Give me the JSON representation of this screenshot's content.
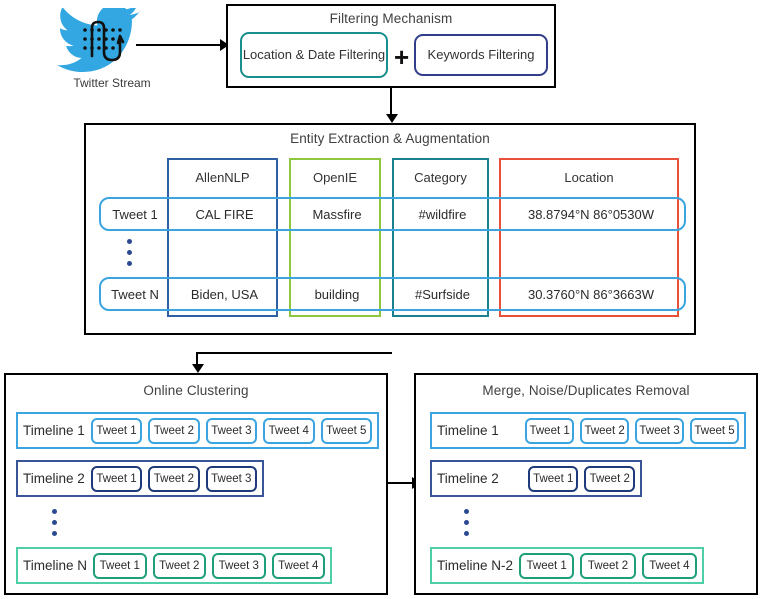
{
  "source": {
    "icon": "twitter-bird-stream-icon",
    "label": "Twitter Stream"
  },
  "filtering": {
    "title": "Filtering Mechanism",
    "left_box": "Location & Date Filtering",
    "operator": "+",
    "right_box": "Keywords Filtering",
    "left_color": "#1a8d8d",
    "right_color": "#333e8a"
  },
  "entity": {
    "title": "Entity Extraction & Augmentation",
    "columns": [
      {
        "label": "AllenNLP",
        "color": "#2e5fa3"
      },
      {
        "label": "OpenIE",
        "color": "#8ec63f"
      },
      {
        "label": "Category",
        "color": "#1a7f8e"
      },
      {
        "label": "Location",
        "color": "#e8503a"
      }
    ],
    "rows": [
      {
        "id": "Tweet 1",
        "allennlp": "CAL FIRE",
        "openie": "Massfire",
        "category": "#wildfire",
        "location": "38.8794°N 86°0530W"
      },
      {
        "id": "Tweet N",
        "allennlp": "Biden, USA",
        "openie": "building",
        "category": "#Surfside",
        "location": "30.3760°N 86°3663W"
      }
    ],
    "ellipsis": "vertical-ellipsis"
  },
  "clustering": {
    "title": "Online Clustering",
    "timelines": [
      {
        "label": "Timeline 1",
        "color": "#3ca5e0",
        "chip_color": "#3ca5e0",
        "tweets": [
          "Tweet 1",
          "Tweet 2",
          "Tweet 3",
          "Tweet 4",
          "Tweet 5"
        ]
      },
      {
        "label": "Timeline 2",
        "color": "#3a5597",
        "chip_color": "#1f3a7a",
        "tweets": [
          "Tweet 1",
          "Tweet 2",
          "Tweet 3"
        ]
      },
      {
        "label": "Timeline N",
        "color": "#4ecfa8",
        "chip_color": "#1f9e7a",
        "tweets": [
          "Tweet 1",
          "Tweet 2",
          "Tweet 3",
          "Tweet 4"
        ]
      }
    ]
  },
  "merge": {
    "title": "Merge, Noise/Duplicates Removal",
    "timelines": [
      {
        "label": "Timeline 1",
        "color": "#3ca5e0",
        "chip_color": "#3ca5e0",
        "tweets": [
          "Tweet 1",
          "Tweet 2",
          "Tweet 3",
          "Tweet 5"
        ]
      },
      {
        "label": "Timeline 2",
        "color": "#3a5597",
        "chip_color": "#1f3a7a",
        "tweets": [
          "Tweet 1",
          "Tweet 2"
        ]
      },
      {
        "label": "Timeline N-2",
        "color": "#4ecfa8",
        "chip_color": "#1f9e7a",
        "tweets": [
          "Tweet 1",
          "Tweet 2",
          "Tweet 4"
        ]
      }
    ]
  }
}
